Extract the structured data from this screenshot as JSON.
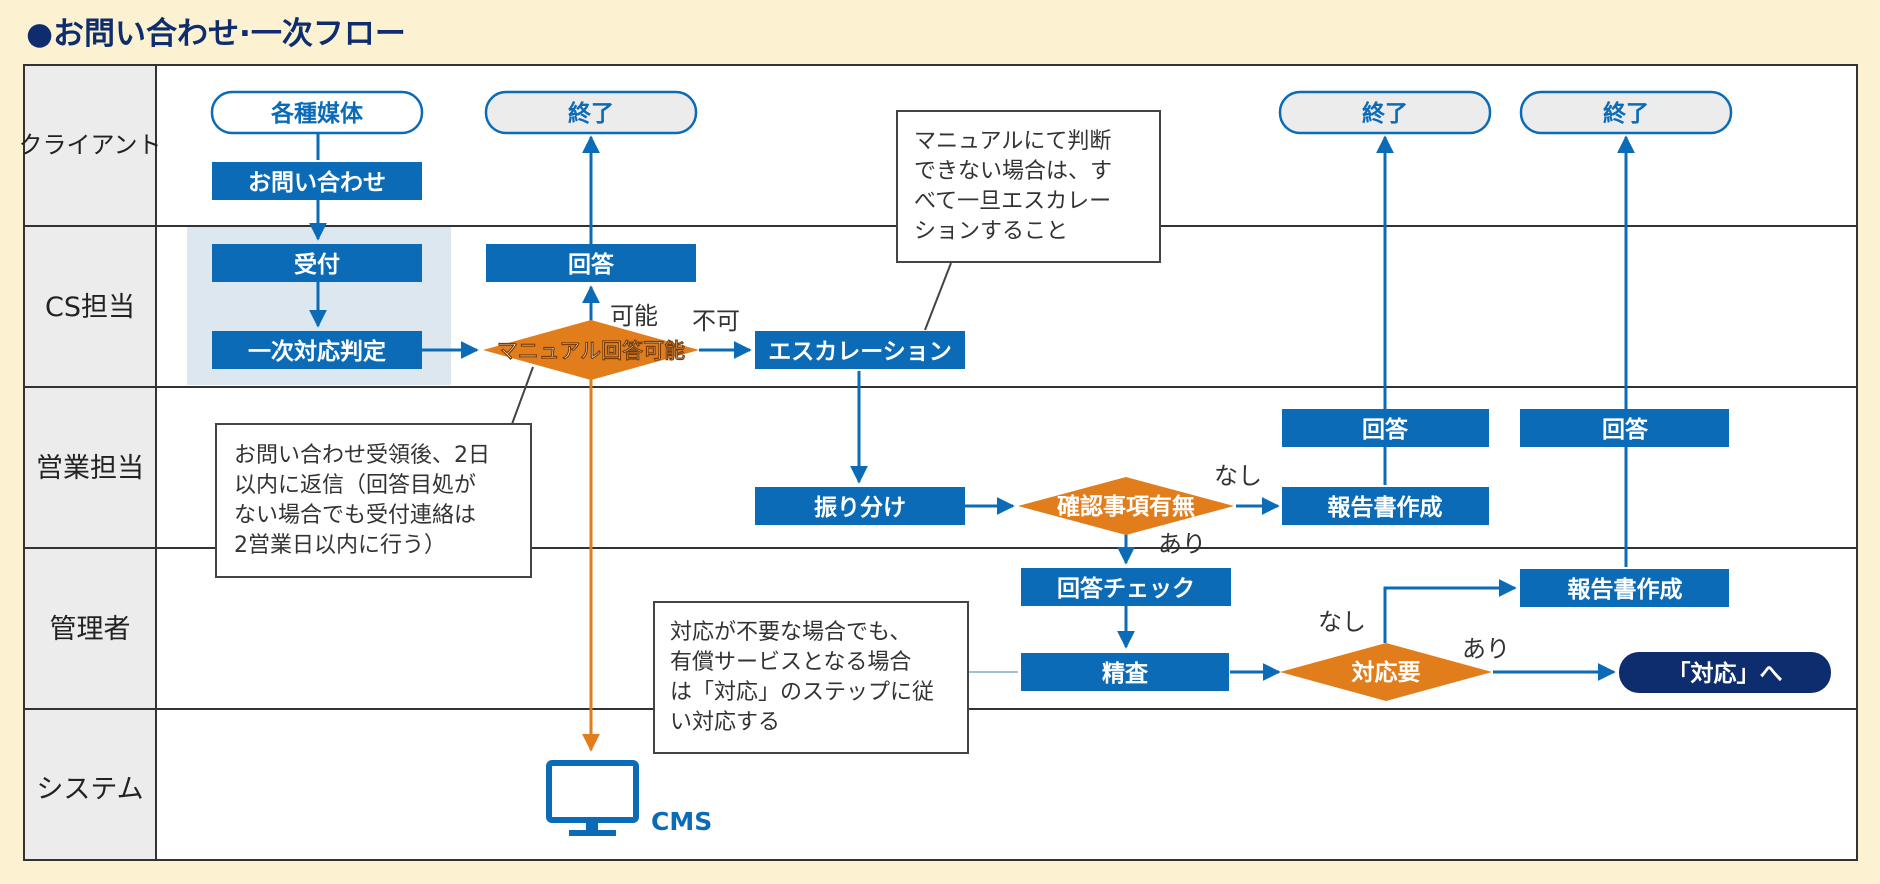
{
  "title": "●お問い合わせ·一次フロー",
  "colors": {
    "background": "#fcf1d0",
    "lane_header": "#ececec",
    "process_blue": "#0b6bb7",
    "dark_navy": "#0d2d6e",
    "decision_orange": "#e27d1c",
    "terminal_fill": "#ececec",
    "highlight": "#dde7f0",
    "title_text": "#0d2d6e"
  },
  "lanes": [
    "クライアント",
    "CS担当",
    "営業担当",
    "管理者",
    "システム"
  ],
  "nodes": {
    "media": "各種媒体",
    "end1": "終了",
    "end2": "終了",
    "end3": "終了",
    "inquiry": "お問い合わせ",
    "reception": "受付",
    "answer_cs": "回答",
    "first_judge": "一次対応判定",
    "manual_check": "マニュアル回答可能",
    "escalation": "エスカレーション",
    "answer_sales1": "回答",
    "answer_sales2": "回答",
    "distribute": "振り分け",
    "confirm_items": "確認事項有無",
    "report1": "報告書作成",
    "answer_check": "回答チェック",
    "report2": "報告書作成",
    "scrutiny": "精査",
    "action_needed": "対応要",
    "to_action": "「対応」へ",
    "cms": "CMS"
  },
  "edge_labels": {
    "possible": "可能",
    "impossible": "不可",
    "none1": "なし",
    "yes1": "あり",
    "none2": "なし",
    "yes2": "あり"
  },
  "callouts": {
    "manual_note": [
      "マニュアルにて判断",
      "できない場合は、す",
      "べて一旦エスカレー",
      "ションすること"
    ],
    "reply_note": [
      "お問い合わせ受領後、2日",
      "以内に返信（回答目処が",
      "ない場合でも受付連絡は",
      "2営業日以内に行う）"
    ],
    "paid_note": [
      "対応が不要な場合でも、",
      "有償サービスとなる場合",
      "は「対応」のステップに従",
      "い対応する"
    ]
  }
}
